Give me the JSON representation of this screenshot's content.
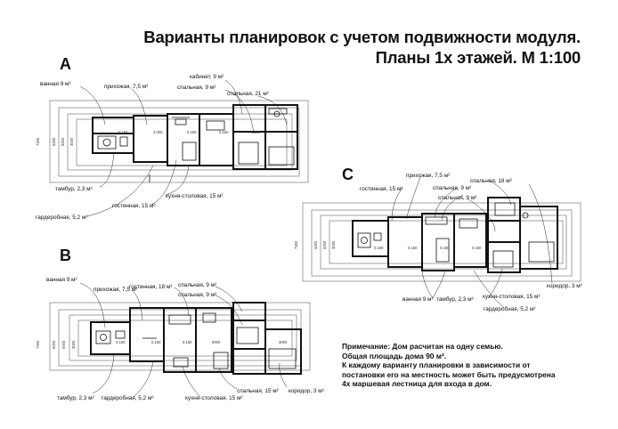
{
  "title_line1": "Варианты планировок с учетом подвижности модуля.",
  "title_line2": "Планы 1х этажей. М 1:100",
  "plans": {
    "A": {
      "letter": "A",
      "labels": {
        "bath": "ванная 9 м²",
        "hall": "прихожая, 7,5 м²",
        "cabinet": "кабинет, 9 м²",
        "bed9": "спальная, 9 м²",
        "bed21": "спальная, 21 м²",
        "tambur": "тамбур, 2,3 м²",
        "kitchen": "кухня-столовая, 15 м²",
        "living": "гостинная, 15 м²",
        "wardrobe": "гардеробная, 5,2 м²"
      }
    },
    "B": {
      "letter": "B",
      "labels": {
        "bath": "ванная 9 м²",
        "hall": "прихожая, 7,5 м²",
        "living18": "гостинная, 18 м²",
        "bed9a": "спальная, 9 м²",
        "bed9b": "спальная, 9 м²",
        "tambur": "тамбур, 2,3 м²",
        "wardrobe": "гардеробная, 5,2 м²",
        "bed15": "спальная, 15 м²",
        "kitchen": "кухня-столовая, 15 м²",
        "corridor": "коридор, 3 м²"
      }
    },
    "C": {
      "letter": "C",
      "labels": {
        "hall": "прихожая, 7,5 м²",
        "bed18": "спальная, 18 м²",
        "bed9a": "спальная, 9 м²",
        "living": "гостинная, 15 м²",
        "bed9b": "спальная, 9 м²",
        "corridor": "коридор, 3 м²",
        "kitchen": "кухня-столовая, 15 м²",
        "bath": "ванная 9 м²",
        "tambur": "тамбур, 2,3 м²",
        "wardrobe": "гардеробная, 5,2 м²"
      }
    }
  },
  "dims": {
    "d7300": "7300",
    "d6000": "6000",
    "d5000": "5000",
    "d3000": "3000",
    "d0150": "0.150",
    "d3000b": "3.000"
  },
  "note": {
    "line1": "Примечание: Дом расчитан на одну семью.",
    "line2": "Общая площадь дома 90 м².",
    "line3": "К каждому варианту планировки в зависимости от",
    "line4": "постановки его на местность может быть предусмотрена",
    "line5": "4х маршевая лестница для входа в дом."
  }
}
